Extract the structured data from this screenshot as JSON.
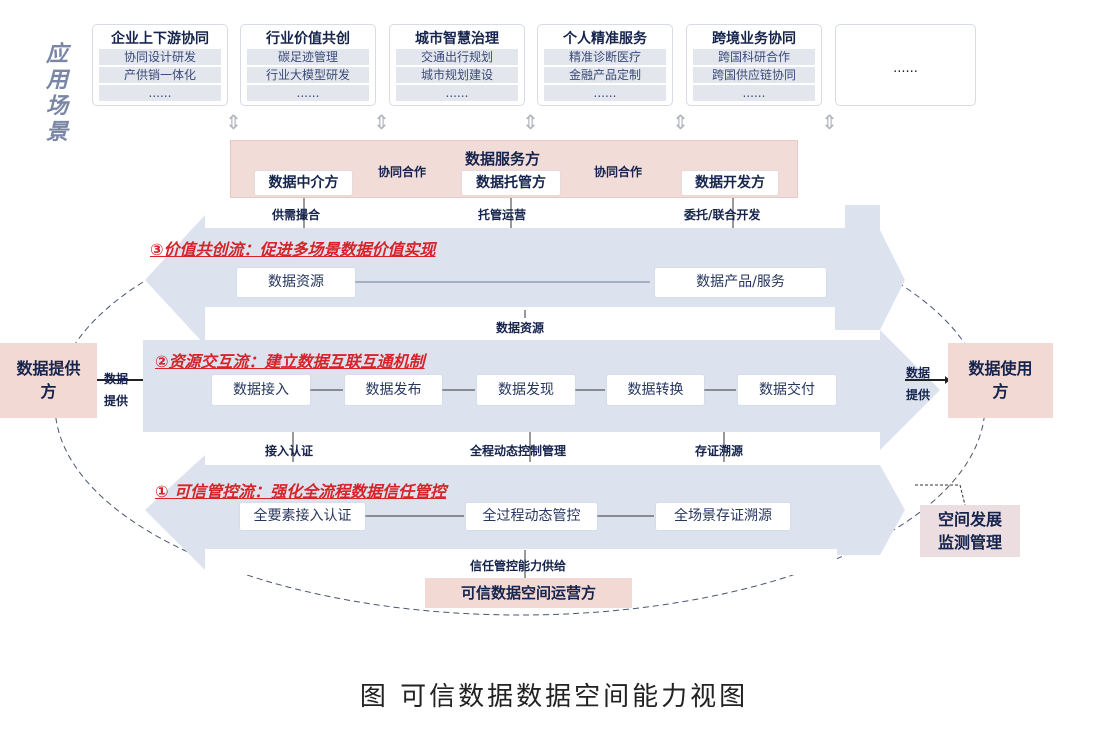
{
  "side_label": "应用场景",
  "scenarios": [
    {
      "title": "企业上下游协同",
      "items": [
        "协同设计研发",
        "产供销一体化",
        "......"
      ]
    },
    {
      "title": "行业价值共创",
      "items": [
        "碳足迹管理",
        "行业大模型研发",
        "......"
      ]
    },
    {
      "title": "城市智慧治理",
      "items": [
        "交通出行规划",
        "城市规划建设",
        "......"
      ]
    },
    {
      "title": "个人精准服务",
      "items": [
        "精准诊断医疗",
        "金融产品定制",
        "......"
      ]
    },
    {
      "title": "跨境业务协同",
      "items": [
        "跨国科研合作",
        "跨国供应链协同",
        "......"
      ]
    },
    {
      "title": "",
      "more": "......"
    }
  ],
  "service": {
    "title": "数据服务方",
    "roles": [
      "数据中介方",
      "数据托管方",
      "数据开发方"
    ],
    "links": [
      "协同合作",
      "协同合作"
    ],
    "functions": [
      "供需撮合",
      "托管运营",
      "委托/联合开发"
    ]
  },
  "flow3": {
    "title": "③价值共创流：促进多场景数据价值实现",
    "from": "数据资源",
    "to": "数据产品/服务",
    "feed": "数据资源"
  },
  "flow2": {
    "title": "②资源交互流：建立数据互联互通机制",
    "steps": [
      "数据接入",
      "数据发布",
      "数据发现",
      "数据转换",
      "数据交付"
    ],
    "supports": [
      "接入认证",
      "全程动态控制管理",
      "存证溯源"
    ]
  },
  "flow1": {
    "title": "① 可信管控流：强化全流程数据信任管控",
    "steps": [
      "全要素接入认证",
      "全过程动态管控",
      "全场景存证溯源"
    ],
    "feed": "信任管控能力供给"
  },
  "operator": "可信数据空间运营方",
  "provider": {
    "name": "数据提供方",
    "action": "数据提供"
  },
  "consumer": {
    "name": "数据使用方",
    "action": "数据提供"
  },
  "monitor": "空间发展监测管理",
  "caption": "图  可信数据数据空间能力视图"
}
